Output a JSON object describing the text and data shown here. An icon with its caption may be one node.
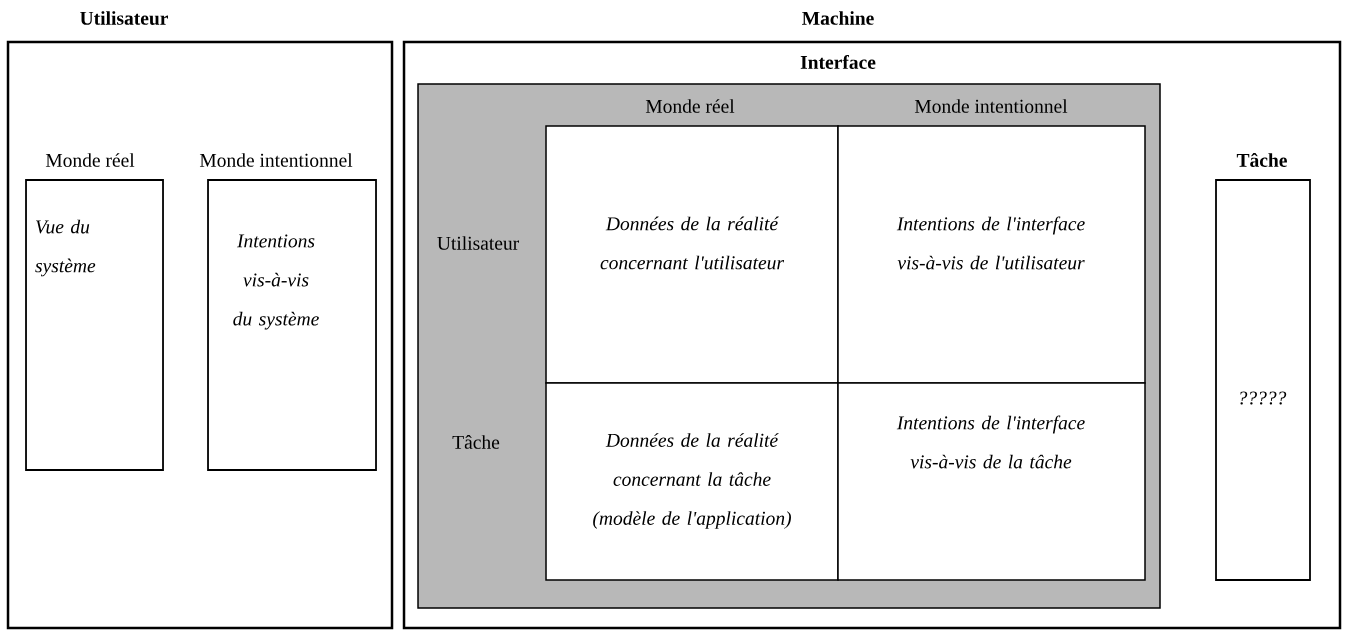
{
  "diagram": {
    "nodes": [
      {
        "text": [
          "Utilisateur"
        ]
      },
      {
        "text": [
          "Monde réel",
          "Vue du système"
        ],
        "in": 0
      },
      {
        "text": [
          "Monde intentionnel",
          "Intentions vis-à-vis du système"
        ],
        "in": 0
      },
      {
        "text": [
          "Machine"
        ]
      },
      {
        "text": [
          "Interface",
          "Monde réel",
          "Monde intentionnel",
          "Utilisateur",
          "Tâche"
        ],
        "in": 3
      },
      {
        "text": [
          "Données de la réalité concernant l'utilisateur"
        ],
        "in": 4
      },
      {
        "text": [
          "Intentions de l'interface vis-à-vis de l'utilisateur"
        ],
        "in": 4
      },
      {
        "text": [
          "Données de la réalité concernant la tâche (modèle de l'application)"
        ],
        "in": 4
      },
      {
        "text": [
          "Intentions de l'interface vis-à-vis de la tâche"
        ],
        "in": 4
      },
      {
        "text": [
          "Tâche",
          "?????"
        ],
        "in": 3
      }
    ]
  }
}
